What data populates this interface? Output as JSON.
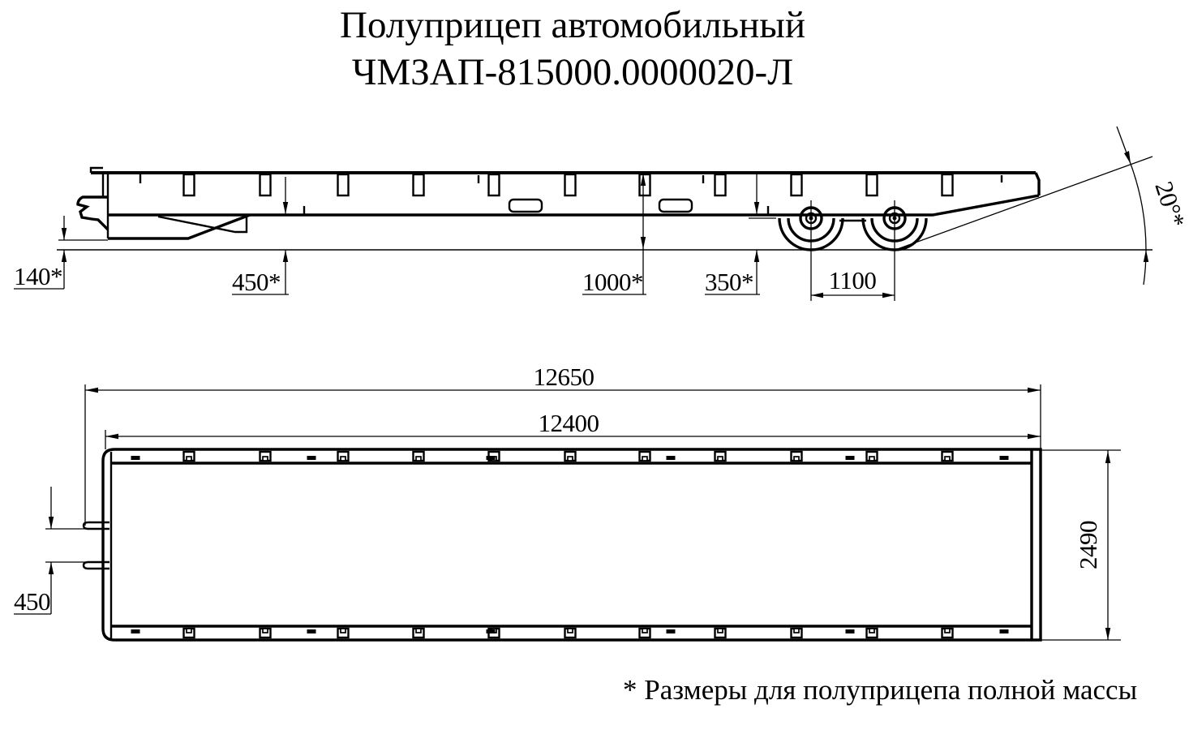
{
  "title": {
    "line1": "Полуприцеп автомобильный",
    "line2": "ЧМЗАП-815000.0000020-Л"
  },
  "side_view": {
    "dimensions": {
      "front_clearance": "140*",
      "frame_clearance_front": "450*",
      "deck_height": "1000*",
      "frame_clearance_rear": "350*",
      "axle_spacing": "1100",
      "departure_angle": "20°*"
    }
  },
  "plan_view": {
    "dimensions": {
      "overall_length": "12650",
      "platform_length": "12400",
      "drawbar_width": "450",
      "overall_width": "2490"
    }
  },
  "footnote": "* Размеры для полуприцепа полной массы",
  "colors": {
    "line": "#000000",
    "background": "#ffffff"
  }
}
